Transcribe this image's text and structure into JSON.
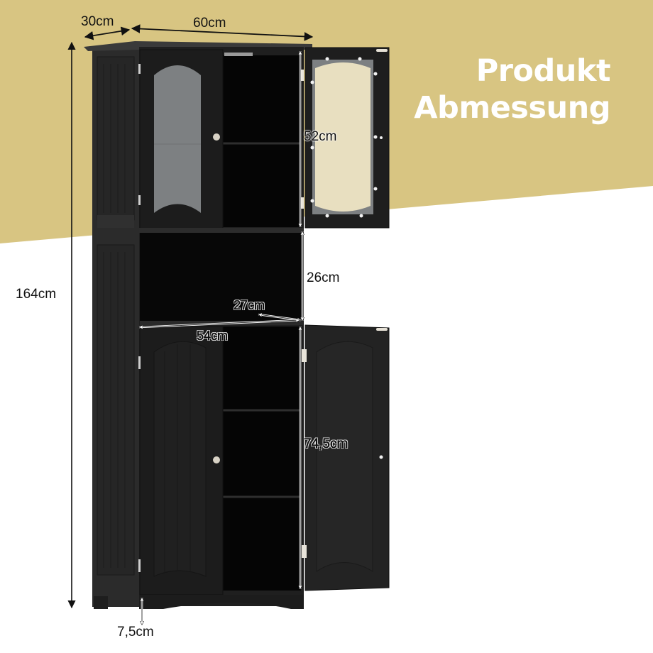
{
  "headline": {
    "line1": "Produkt",
    "line2": "Abmessung"
  },
  "colors": {
    "background_gold": "#d8c582",
    "background_white": "#ffffff",
    "cabinet": "#232323",
    "cabinet_interior": "#050505",
    "glass_panel": "#7d8082",
    "glass_panel_open": "#e8dfc0",
    "headline_text": "#ffffff"
  },
  "dimensions": {
    "depth": "30cm",
    "width": "60cm",
    "total_height": "164cm",
    "upper_compartment_height": "52cm",
    "open_shelf_height": "26cm",
    "shelf_depth": "27cm",
    "shelf_width": "54cm",
    "lower_compartment_height": "74,5cm",
    "base_height": "7,5cm"
  }
}
